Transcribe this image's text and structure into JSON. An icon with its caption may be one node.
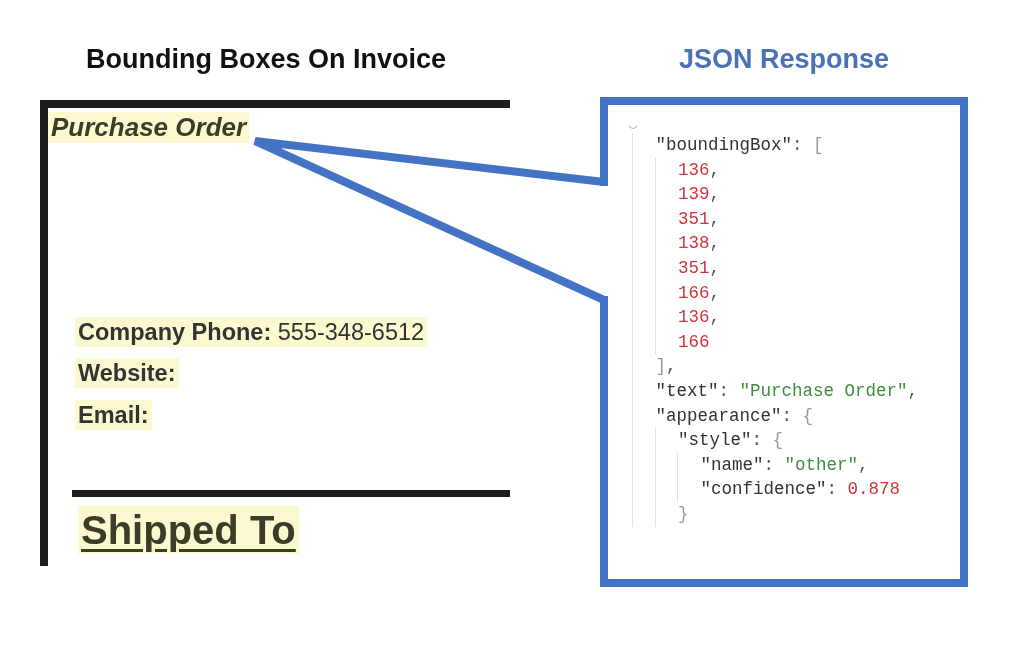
{
  "diagram": {
    "nodes": [
      {
        "text": [],
        "shape": "box",
        "beside": [
          "Bounding Boxes On Invoice"
        ]
      },
      {
        "text": [
          "Purchase Order"
        ],
        "in": 0
      },
      {
        "text": [
          "**Company Phone:** 555-348-6512"
        ],
        "in": 0
      },
      {
        "text": [
          "Website:"
        ],
        "in": 0
      },
      {
        "text": [
          "Email:"
        ],
        "in": 0
      },
      {
        "text": [
          "Shipped To"
        ],
        "in": 0
      },
      {
        "text": [
          "\"boundingBox\": [",
          "136,",
          "139,",
          "351,",
          "138,",
          "351,",
          "166,",
          "136,",
          "166",
          "],",
          "\"text\": \"Purchase Order\",",
          "\"appearance\": {",
          "\"style\": {",
          "\"name\": \"other\",",
          "\"confidence\": 0.878",
          "}"
        ],
        "beside": [
          "JSON Response"
        ]
      }
    ],
    "edges": [
      {
        "from": 6,
        "to": 1,
        "arrow": "none"
      }
    ]
  }
}
